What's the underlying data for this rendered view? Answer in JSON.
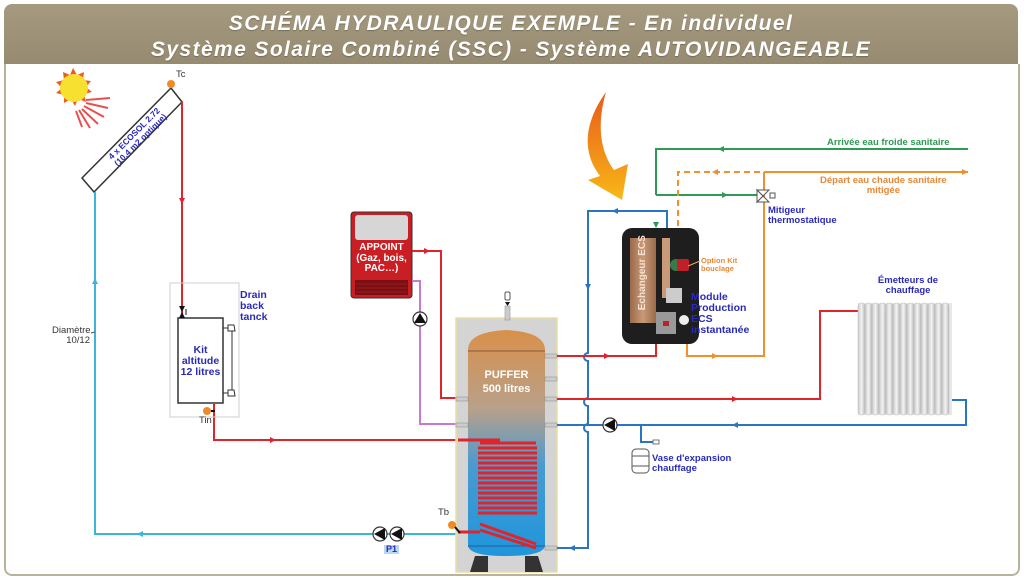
{
  "header": {
    "title_line1": "SCHÉMA HYDRAULIQUE EXEMPLE - En individuel",
    "title_line2": "Système Solaire Combiné (SSC) - Système AUTOVIDANGEABLE"
  },
  "colors": {
    "hot_pipe": "#e0242a",
    "cold_pipe": "#2a74c4",
    "solar_return": "#3bb5d8",
    "domestic_cold": "#2e9a55",
    "domestic_hot": "#f0902e",
    "boiler_loop": "#c878d8",
    "label_blue": "#2a2ab8"
  },
  "solar": {
    "collector_line1": "4 x ECOSOL 2.72",
    "collector_line2": "(10,4 m2 optique)",
    "sensor_top": "Tc",
    "sensor_inlet": "Tin",
    "sensor_bottom": "Tb",
    "pipe_diameter_line1": "Diamètre",
    "pipe_diameter_line2": "10/12",
    "pump_label": "P1"
  },
  "drainback": {
    "title_line1": "Drain",
    "title_line2": "back",
    "title_line3": "tanck",
    "kit_line1": "Kit",
    "kit_line2": "altitude",
    "kit_line3": "12 litres"
  },
  "appoint": {
    "line1": "APPOINT",
    "line2": "(Gaz, bois,",
    "line3": "PAC…)"
  },
  "puffer": {
    "line1": "PUFFER",
    "line2": "500 litres"
  },
  "module": {
    "exchanger_label": "Echangeur ECS",
    "option_line1": "Option Kit",
    "option_line2": "bouclage",
    "title_line1": "Module",
    "title_line2": "Production",
    "title_line3": "ECS",
    "title_line4": "instantanée"
  },
  "domestic": {
    "cold_in": "Arrivée eau froide sanitaire",
    "hot_out_line1": "Départ eau chaude sanitaire",
    "hot_out_line2": "mitigée",
    "mixer_line1": "Mitigeur",
    "mixer_line2": "thermostatique"
  },
  "heating": {
    "emitters_line1": "Émetteurs de",
    "emitters_line2": "chauffage",
    "expansion_line1": "Vase d'expansion",
    "expansion_line2": "chauffage"
  }
}
